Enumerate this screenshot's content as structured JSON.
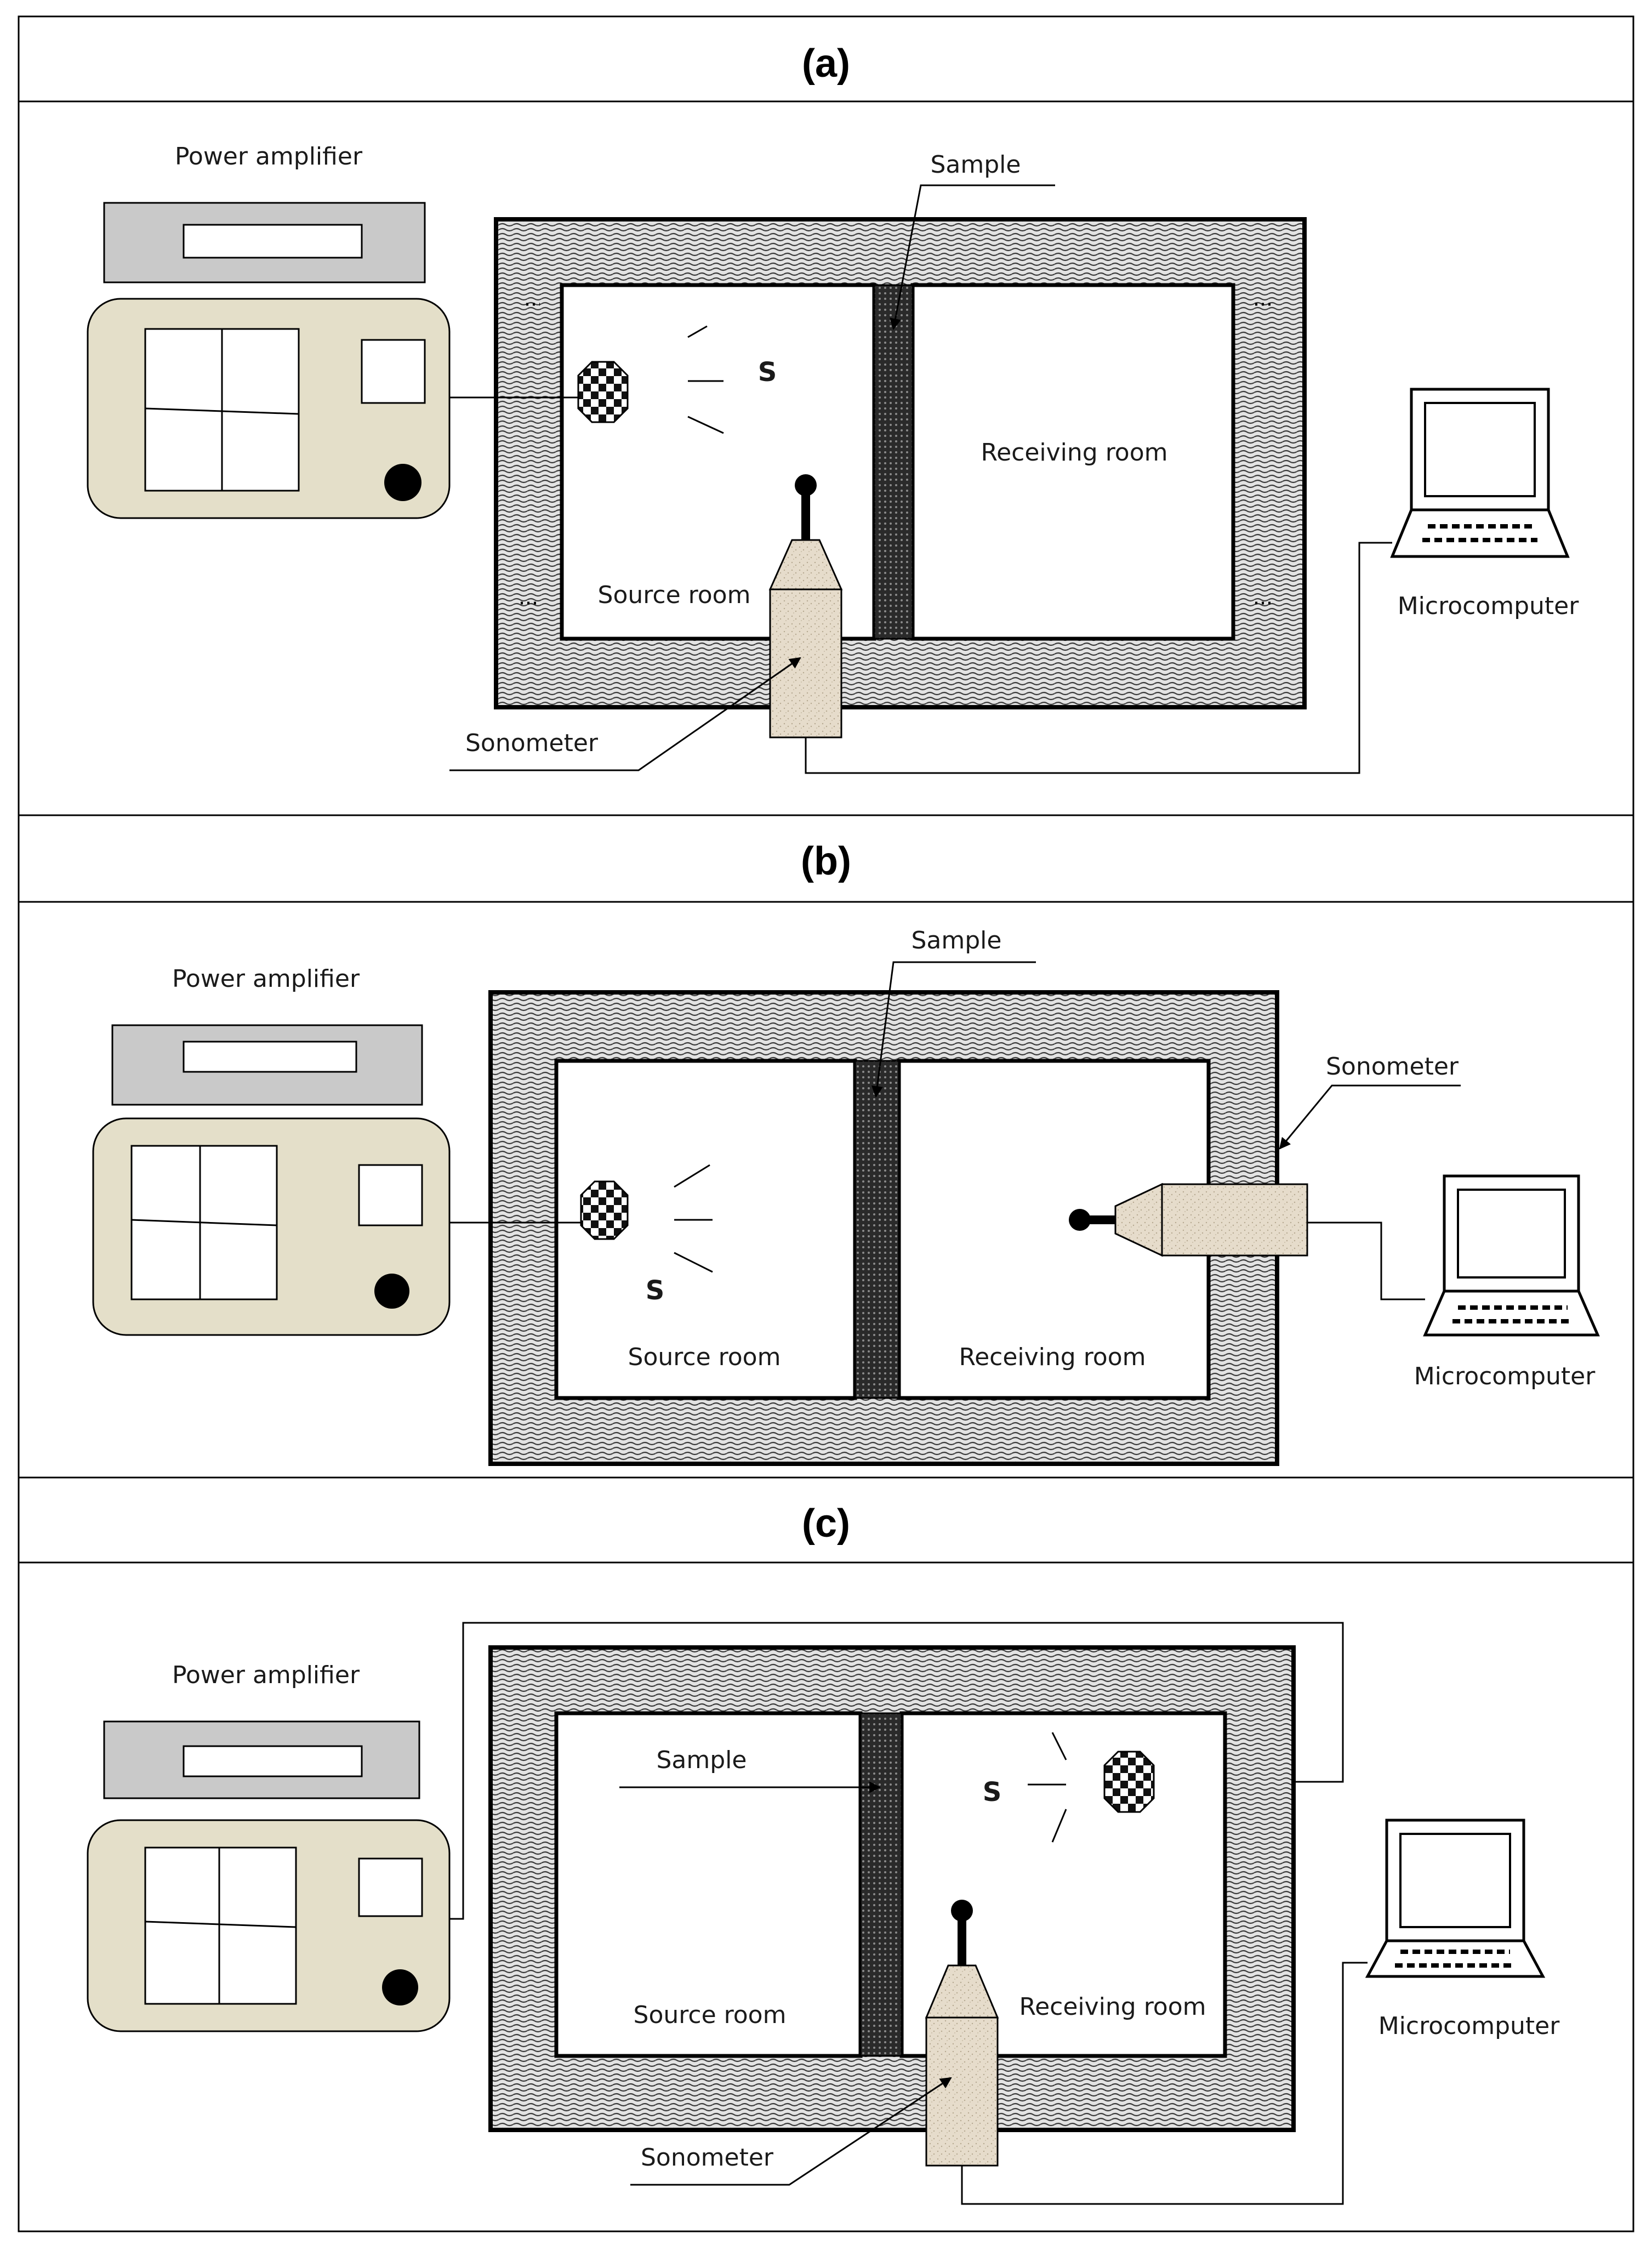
{
  "panels": [
    {
      "header": "(a)",
      "power_amplifier_label": "Power amplifier",
      "sample_label": "Sample",
      "s_label": "S",
      "source_room_label": "Source room",
      "receiving_room_label": "Receiving room",
      "sonometer_label": "Sonometer",
      "microcomputer_label": "Microcomputer"
    },
    {
      "header": "(b)",
      "power_amplifier_label": "Power amplifier",
      "sample_label": "Sample",
      "s_label": "S",
      "source_room_label": "Source room",
      "receiving_room_label": "Receiving room",
      "sonometer_label": "Sonometer",
      "microcomputer_label": "Microcomputer"
    },
    {
      "header": "(c)",
      "power_amplifier_label": "Power amplifier",
      "sample_label": "Sample",
      "s_label": "S",
      "source_room_label": "Source room",
      "receiving_room_label": "Receiving room",
      "sonometer_label": "Sonometer",
      "microcomputer_label": "Microcomputer"
    }
  ],
  "colors": {
    "amplifier_body": "#e4dfc9",
    "amplifier_top": "#c9c9c9",
    "sonometer_body": "#e8dfcf",
    "wall_fill": "#d9d9d9"
  }
}
